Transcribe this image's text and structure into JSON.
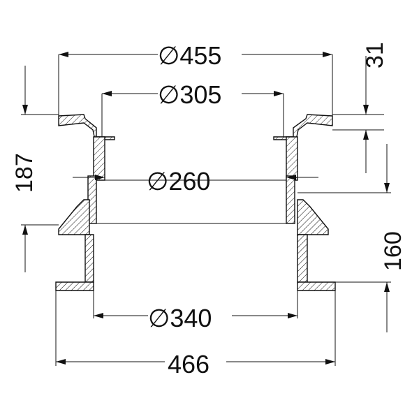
{
  "dimensions": {
    "d455": "∅455",
    "d305": "∅305",
    "d260": "∅260",
    "d340": "∅340",
    "w466": "466",
    "h187": "187",
    "h31": "31",
    "h160": "160"
  },
  "colors": {
    "line": "#111111",
    "background": "#ffffff"
  }
}
